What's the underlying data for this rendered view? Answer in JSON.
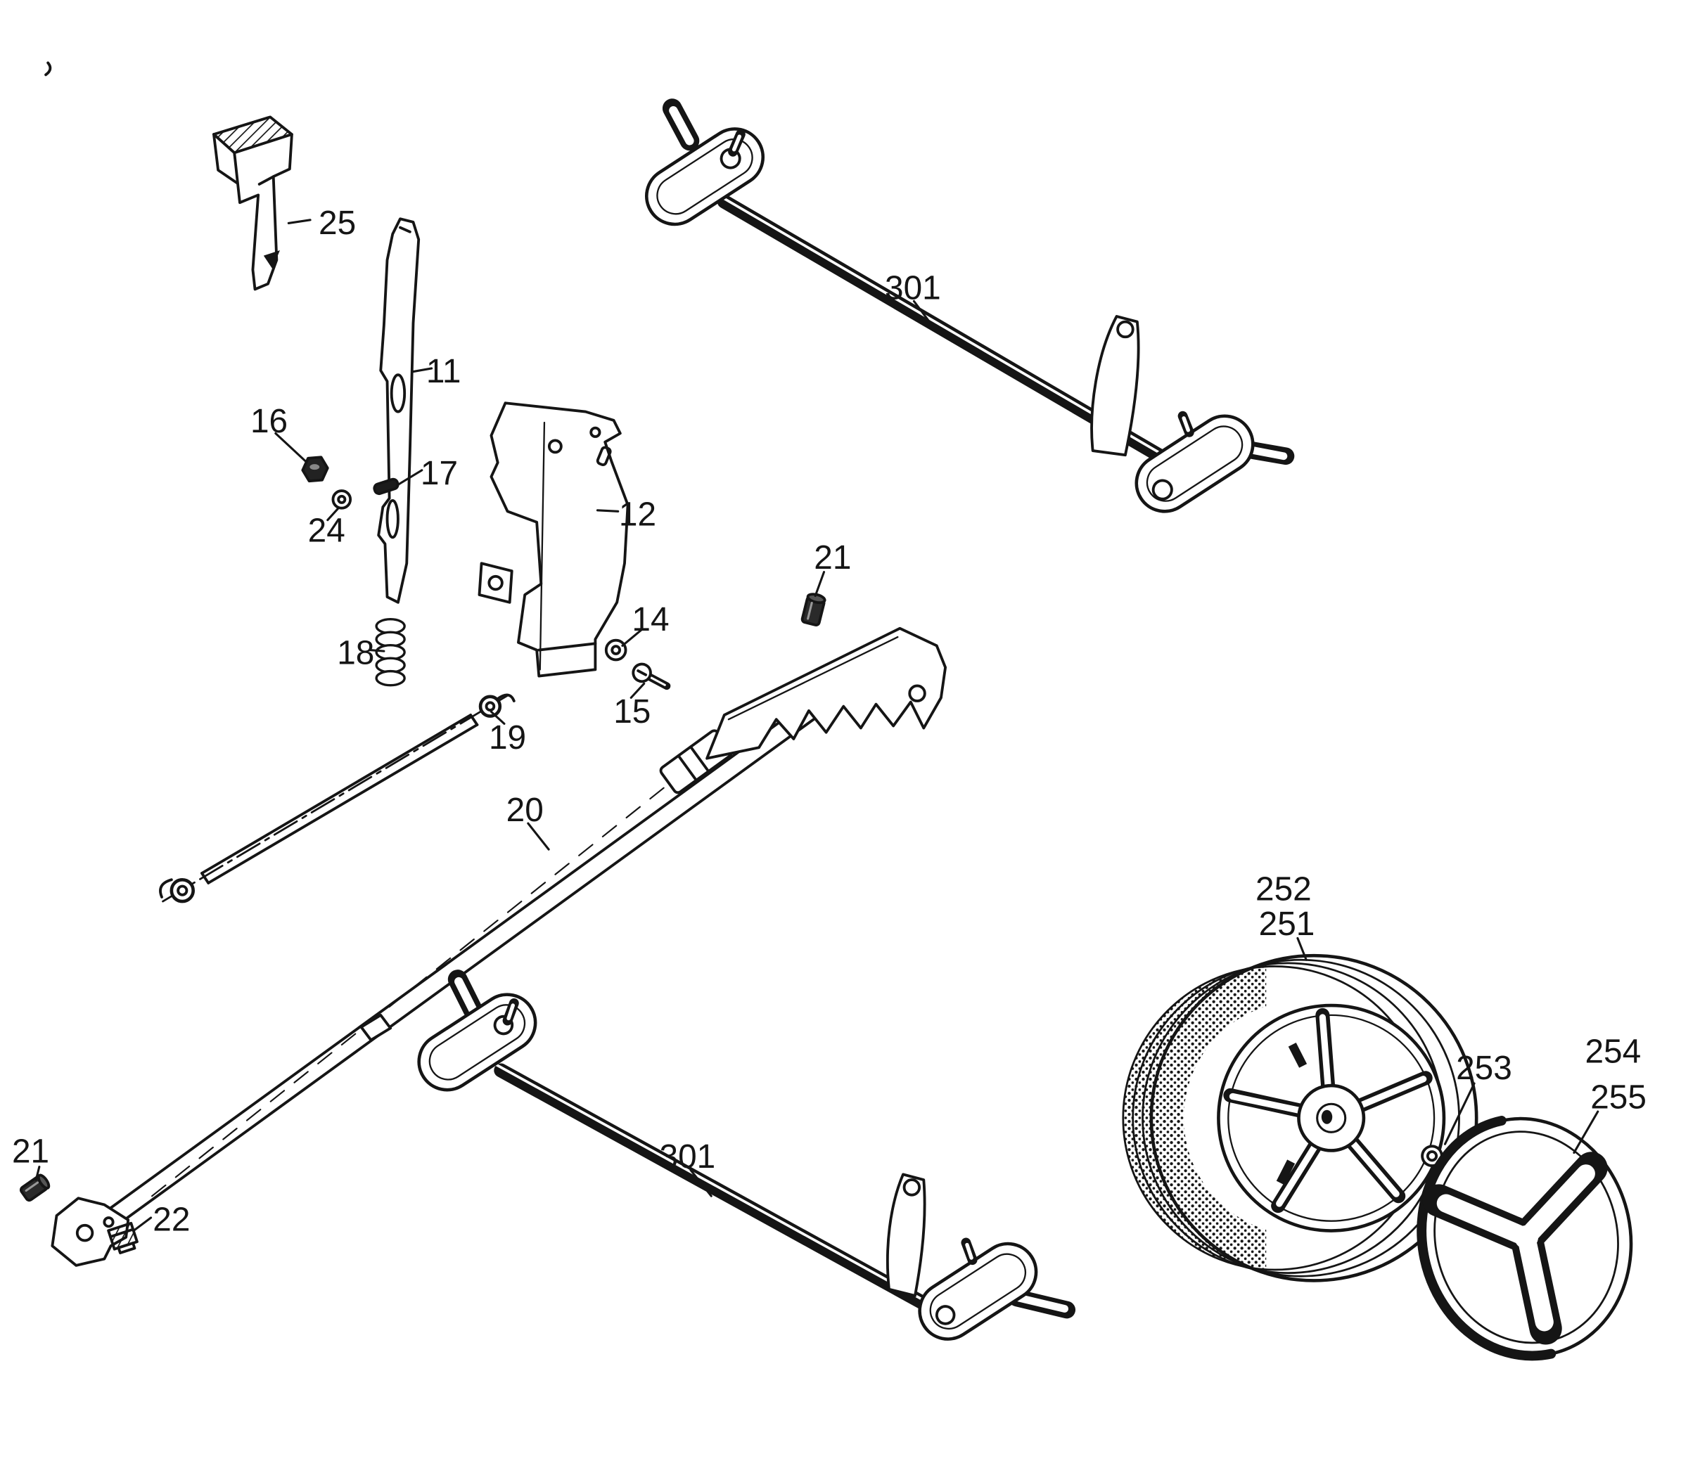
{
  "diagram": {
    "colors": {
      "ink": "#151515",
      "background": "#ffffff"
    },
    "labels": {
      "p25": "25",
      "p11": "11",
      "p16": "16",
      "p17": "17",
      "p24": "24",
      "p12": "12",
      "p18": "18",
      "p14": "14",
      "p15": "15",
      "p19": "19",
      "p20": "20",
      "p21_top": "21",
      "p21_bottom": "21",
      "p22": "22",
      "p301_top": "301",
      "p301_bottom": "301",
      "p252": "252",
      "p251": "251",
      "p253": "253",
      "p254": "254",
      "p255": "255"
    }
  }
}
